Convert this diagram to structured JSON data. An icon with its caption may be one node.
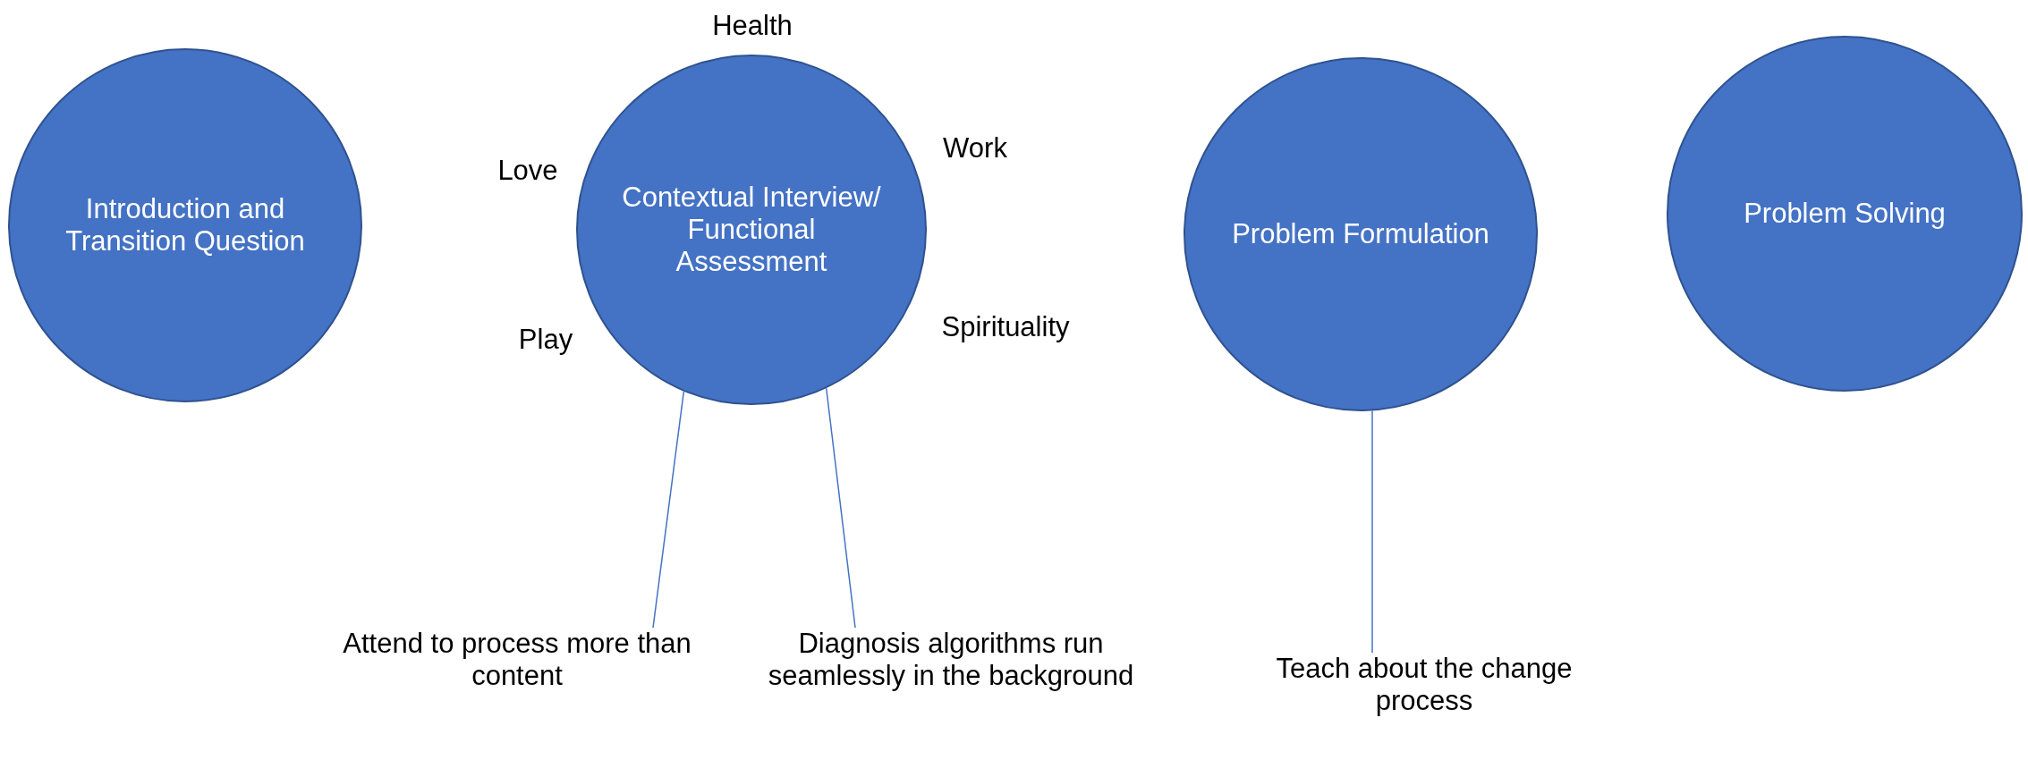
{
  "diagram": {
    "nodes": [
      {
        "text": [
          "Introduction and Transition Question"
        ]
      },
      {
        "text": [
          "Contextual Interview/ Functional Assessment"
        ],
        "beside": [
          "Health",
          "Love",
          "Work",
          "Play",
          "Spirituality"
        ]
      },
      {
        "text": [
          "Problem Formulation"
        ]
      },
      {
        "text": [
          "Problem Solving"
        ]
      },
      {
        "text": [
          "Attend to process more than content"
        ]
      },
      {
        "text": [
          "Diagnosis algorithms run seamlessly in the background"
        ]
      },
      {
        "text": [
          "Teach about the change process"
        ]
      }
    ],
    "edges": [
      {
        "from": 4,
        "to": 1,
        "arrow": "none"
      },
      {
        "from": 5,
        "to": 1,
        "arrow": "none"
      },
      {
        "from": 6,
        "to": 2,
        "arrow": "none"
      }
    ]
  }
}
